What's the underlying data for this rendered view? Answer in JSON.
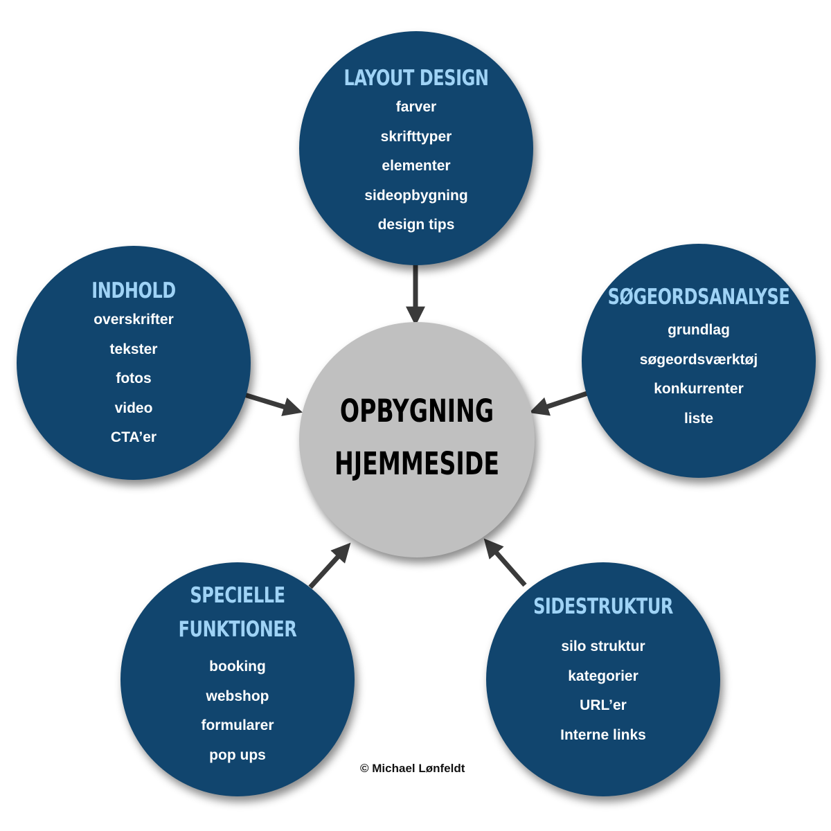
{
  "center": {
    "title_lines": [
      "OPBYGNING",
      "HJEMMESIDE"
    ]
  },
  "nodes": {
    "layout": {
      "title_lines": [
        "LAYOUT DESIGN"
      ],
      "items": [
        "farver",
        "skrifttyper",
        "elementer",
        "sideopbygning",
        "design tips"
      ]
    },
    "indhold": {
      "title_lines": [
        "INDHOLD"
      ],
      "items": [
        "overskrifter",
        "tekster",
        "fotos",
        "video",
        "CTA’er"
      ]
    },
    "soegeord": {
      "title_lines": [
        "SØGEORDSANALYSE"
      ],
      "items": [
        "grundlag",
        "søgeordsværktøj",
        "konkurrenter",
        "liste"
      ]
    },
    "specielle": {
      "title_lines": [
        "SPECIELLE",
        "FUNKTIONER"
      ],
      "items": [
        "booking",
        "webshop",
        "formularer",
        "pop ups"
      ]
    },
    "sidestruktur": {
      "title_lines": [
        "SIDESTRUKTUR"
      ],
      "items": [
        "silo struktur",
        "kategorier",
        "URL’er",
        "Interne links"
      ]
    },
    "colors": {
      "node_fill": "#11456e",
      "node_title": "#9fd3f6",
      "center_fill": "#c0c0c0",
      "arrow": "#3a3a3a"
    }
  },
  "copyright": {
    "symbol": "©",
    "text": "Michael Lønfeldt"
  }
}
